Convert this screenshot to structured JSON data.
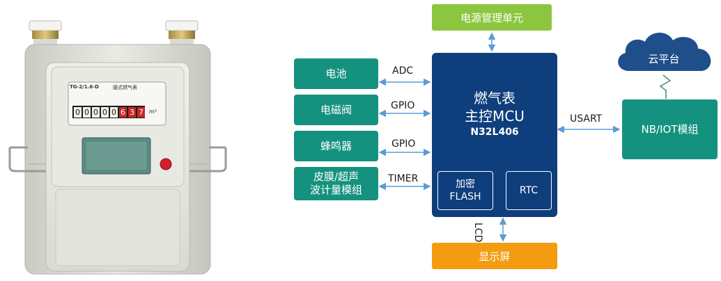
{
  "photo": {
    "dial_label": "TG-2/1.6-D",
    "dial_title": "膜式燃气表",
    "counter_digits": [
      "0",
      "0",
      "0",
      "0",
      "0",
      "6",
      "3",
      "7"
    ],
    "unit": "m³"
  },
  "left_blocks": [
    {
      "label": "电池",
      "signal": "ADC"
    },
    {
      "label": "电磁阀",
      "signal": "GPIO"
    },
    {
      "label": "蜂鸣器",
      "signal": "GPIO"
    },
    {
      "label": "皮膜/超声\n波计量模组",
      "signal": "TIMER"
    }
  ],
  "power": {
    "label": "电源管理单元"
  },
  "mcu": {
    "title_line1": "燃气表",
    "title_line2": "主控MCU",
    "model": "N32L406",
    "crypto_label": "加密\nFLASH",
    "rtc_label": "RTC"
  },
  "display": {
    "label": "显示屏",
    "signal": "LCD"
  },
  "module": {
    "label": "NB/IOT模组",
    "signal": "USART"
  },
  "cloud": {
    "label": "云平台"
  },
  "colors": {
    "teal": "#15927f",
    "mcu_blue": "#0f3e7c",
    "power_green": "#8cc63f",
    "display_orange": "#f39c12",
    "cloud_blue": "#1f4f8a",
    "arrow": "#5b9bd5"
  }
}
